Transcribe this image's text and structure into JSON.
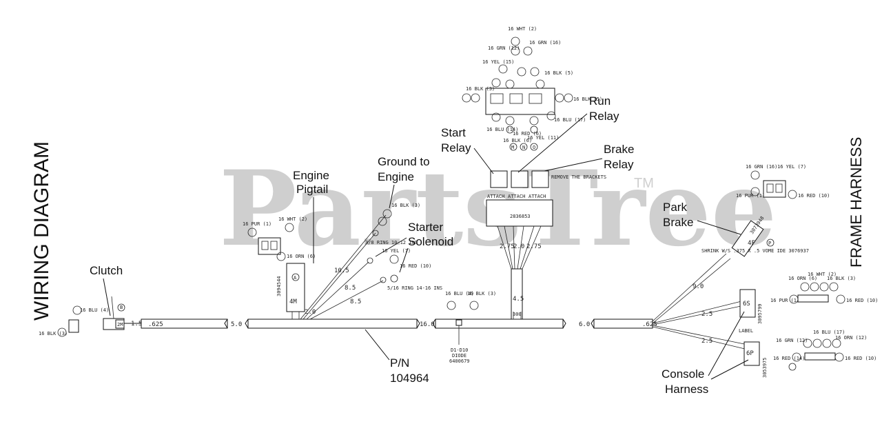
{
  "watermark": {
    "text": "PartsTree",
    "tm": "TM"
  },
  "titles": {
    "left": "WIRING DIAGRAM",
    "right": "FRAME HARNESS"
  },
  "callouts": {
    "clutch": "Clutch",
    "engine_pigtail_1": "Engine",
    "engine_pigtail_2": "Pigtail",
    "ground_1": "Ground to",
    "ground_2": "Engine",
    "starter_1": "Starter",
    "starter_2": "Solenoid",
    "start_relay_1": "Start",
    "start_relay_2": "Relay",
    "run_relay_1": "Run",
    "run_relay_2": "Relay",
    "brake_relay_1": "Brake",
    "brake_relay_2": "Relay",
    "park_brake_1": "Park",
    "park_brake_2": "Brake",
    "part_number_1": "P/N",
    "part_number_2": "104964",
    "console_1": "Console",
    "console_2": "Harness"
  },
  "harness": {
    "measurements": [
      "1.5",
      ".625",
      "5.0",
      "2.0",
      "10.5",
      "8.5",
      "8.5",
      "16.0",
      "4.5",
      "2.75",
      "2.0",
      "2.75",
      "6.0",
      ".625",
      "9.0",
      "2.5",
      "2.5"
    ],
    "connector_codes": {
      "clutch_conn": "2M",
      "pigtail_conn": "4M",
      "pigtail_pn": "3094544",
      "park_pn": "3073948",
      "park_conn": "4F",
      "console_pn_a": "3095799",
      "console_conn_a": "6S",
      "console_pn_b": "3053975",
      "console_conn_b": "6P",
      "diode": "D1-D10",
      "diode_side": "DIODE",
      "diode_pn": "6400679",
      "relay_block": "2836853",
      "center_code": "300"
    },
    "ring_terminals": [
      "3/8 RING 10-12 INS",
      "5/16 RING 14-16 INS"
    ],
    "relay_labels": [
      "ATTACH",
      "ATTACH",
      "ATTACH"
    ],
    "relay_ids": [
      "M",
      "N",
      "O"
    ],
    "note_remove": "REMOVE THE BRACKETS",
    "note_shrink": "SHRINK W/S .375 X .5 VOME IDE 3076937",
    "label_tag": "LABEL"
  },
  "wire_codes": [
    "16 BLK (3)",
    "16 BLU (4)",
    "16 WHT (2)",
    "16 PUR (1)",
    "16 ORN (6)",
    "16 GRN (16)",
    "16 YEL (7)",
    "16 RED (10)",
    "16 BLK (5)",
    "16 RED (6)",
    "16 BLU (14)",
    "16 BLK (6)",
    "16 YEL (15)",
    "16 GRN (12)",
    "16 RED (14)",
    "16 BLU (17)",
    "16 YEL (11)",
    "16 ORN (12)"
  ]
}
